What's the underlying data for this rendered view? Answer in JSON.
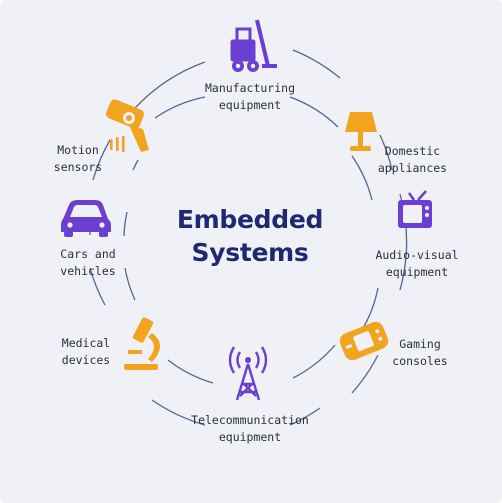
{
  "title": {
    "line1": "Embedded",
    "line2": "Systems"
  },
  "colors": {
    "background": "#eff1f6",
    "ring": "#5a6290",
    "purple": "#6a3fd1",
    "orange": "#f2a41f",
    "title": "#1f2870"
  },
  "items": [
    {
      "icon": "forklift-icon",
      "line1": "Manufacturing",
      "line2": "equipment"
    },
    {
      "icon": "lamp-icon",
      "line1": "Domestic",
      "line2": "appliances"
    },
    {
      "icon": "tv-icon",
      "line1": "Audio-visual",
      "line2": "equipment"
    },
    {
      "icon": "gamepad-icon",
      "line1": "Gaming",
      "line2": "consoles"
    },
    {
      "icon": "antenna-tower-icon",
      "line1": "Telecommunication",
      "line2": "equipment"
    },
    {
      "icon": "microscope-icon",
      "line1": "Medical",
      "line2": "devices"
    },
    {
      "icon": "car-icon",
      "line1": "Cars and",
      "line2": "vehicles"
    },
    {
      "icon": "motion-sensor-icon",
      "line1": "Motion",
      "line2": "sensors"
    }
  ]
}
